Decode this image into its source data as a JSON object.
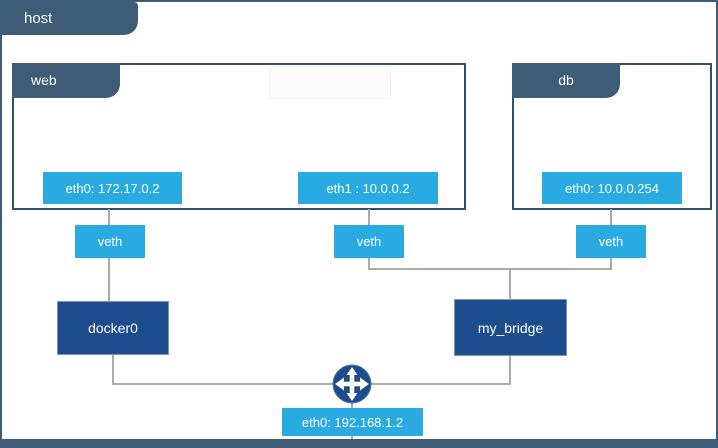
{
  "host": {
    "label": "host",
    "interface": {
      "label": "eth0: 192.168.1.2"
    }
  },
  "containers": [
    {
      "label": "web",
      "interfaces": [
        {
          "label": "eth0: 172.17.0.2"
        },
        {
          "label": "eth1 : 10.0.0.2"
        }
      ]
    },
    {
      "label": "db",
      "interfaces": [
        {
          "label": "eth0: 10.0.0.254"
        }
      ]
    }
  ],
  "veth_labels": [
    "veth",
    "veth",
    "veth"
  ],
  "bridges": [
    {
      "label": "docker0"
    },
    {
      "label": "my_bridge"
    }
  ],
  "icons": {
    "router": "crossed-arrows-router-icon"
  },
  "colors": {
    "tab_slate": "#3e5c76",
    "box_border": "#33506b",
    "bright_blue": "#29abe2",
    "navy": "#1d4d8c",
    "line_gray": "#ababab",
    "label_text": "#ffffff",
    "background": "#ffffff"
  }
}
